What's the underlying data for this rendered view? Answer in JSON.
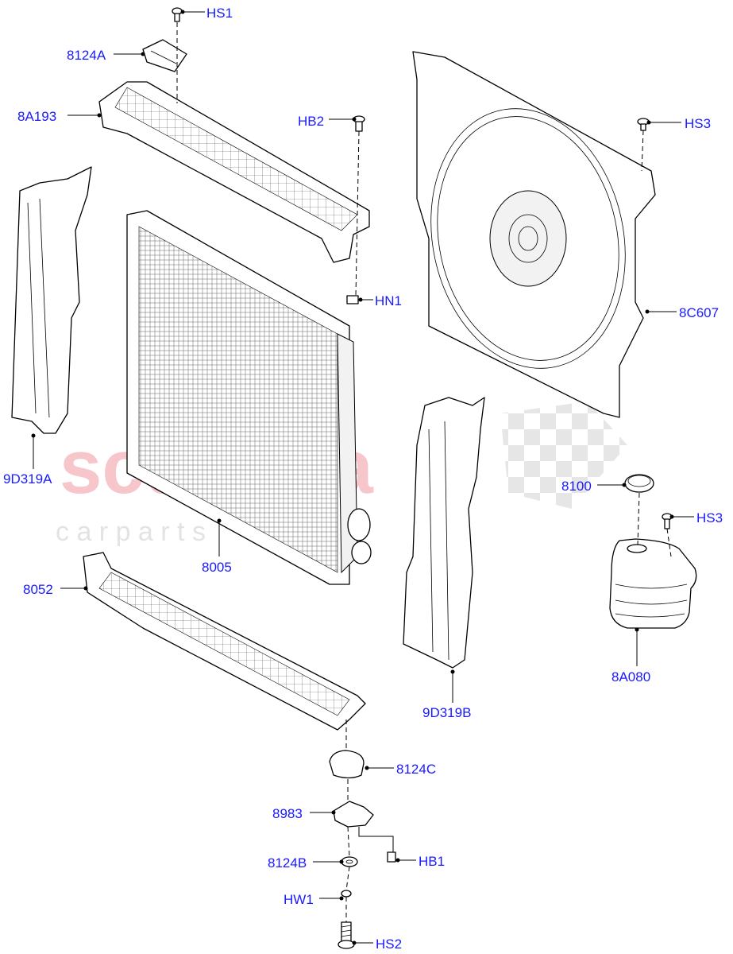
{
  "watermark": {
    "main": "scuderia",
    "sub": "c a r   p a r t s"
  },
  "callouts": [
    {
      "id": "HS1",
      "text": "HS1"
    },
    {
      "id": "8124A",
      "text": "8124A"
    },
    {
      "id": "8A193",
      "text": "8A193"
    },
    {
      "id": "HB2",
      "text": "HB2"
    },
    {
      "id": "HS3-top",
      "text": "HS3"
    },
    {
      "id": "HN1",
      "text": "HN1"
    },
    {
      "id": "8C607",
      "text": "8C607"
    },
    {
      "id": "9D319A",
      "text": "9D319A"
    },
    {
      "id": "8005",
      "text": "8005"
    },
    {
      "id": "8100",
      "text": "8100"
    },
    {
      "id": "HS3-tank",
      "text": "HS3"
    },
    {
      "id": "8052",
      "text": "8052"
    },
    {
      "id": "8A080",
      "text": "8A080"
    },
    {
      "id": "9D319B",
      "text": "9D319B"
    },
    {
      "id": "8124C",
      "text": "8124C"
    },
    {
      "id": "8983",
      "text": "8983"
    },
    {
      "id": "8124B",
      "text": "8124B"
    },
    {
      "id": "HB1",
      "text": "HB1"
    },
    {
      "id": "HW1",
      "text": "HW1"
    },
    {
      "id": "HS2",
      "text": "HS2"
    }
  ]
}
